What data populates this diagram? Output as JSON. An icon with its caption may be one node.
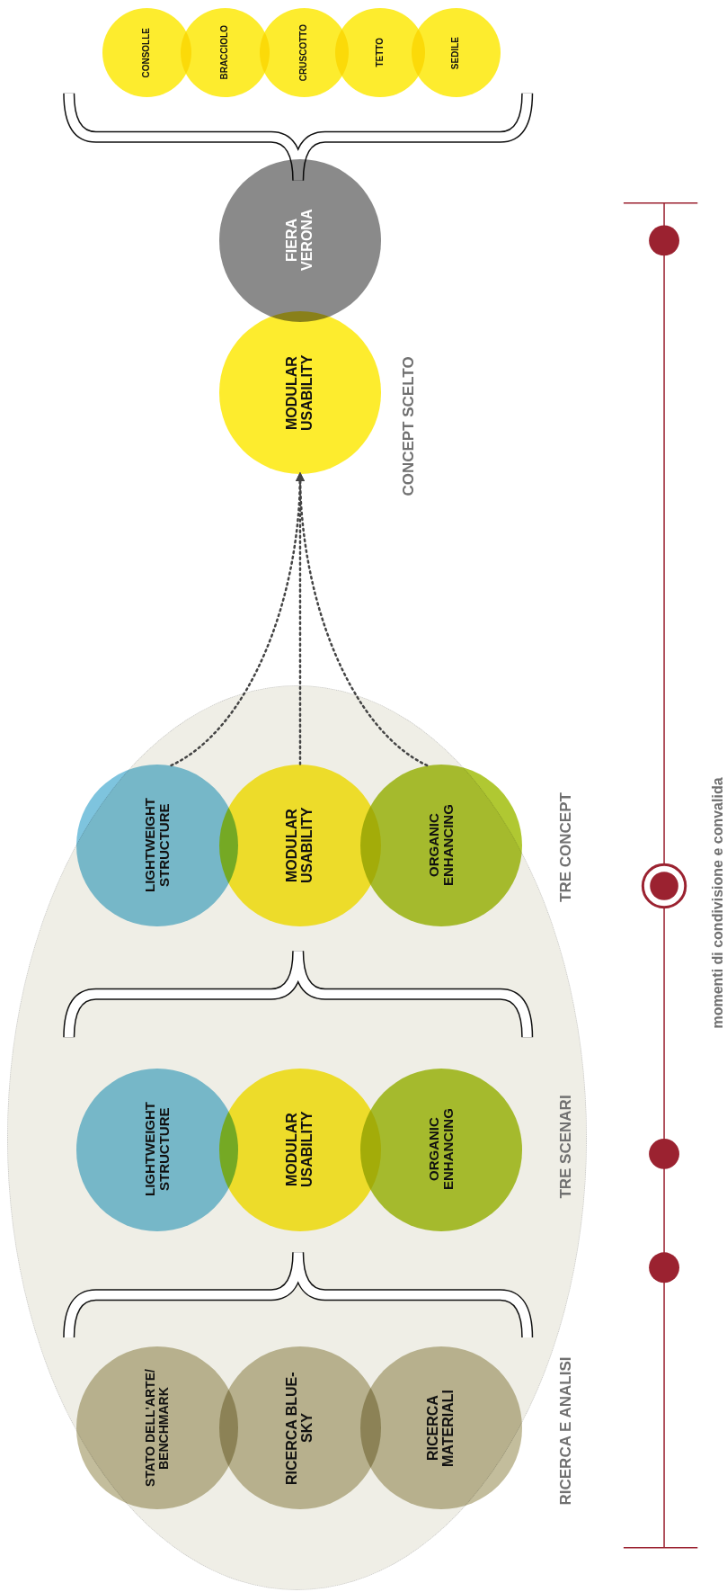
{
  "diagram": {
    "nodes": [
      {
        "text": [
          "CONSOLLE"
        ]
      },
      {
        "text": [
          "BRACCIOLO"
        ]
      },
      {
        "text": [
          "CRUSCOTTO"
        ]
      },
      {
        "text": [
          "TETTO"
        ]
      },
      {
        "text": [
          "SEDILE"
        ]
      },
      {
        "text": [
          "FIERA VERONA"
        ]
      },
      {
        "text": [
          "MODULAR USABILITY"
        ]
      },
      {
        "text": [
          "LIGHTWEIGHT STRUCTURE"
        ]
      },
      {
        "text": [
          "MODULAR USABILITY"
        ]
      },
      {
        "text": [
          "ORGANIC ENHANCING"
        ]
      },
      {
        "text": [
          "LIGHTWEIGHT STRUCTURE"
        ]
      },
      {
        "text": [
          "MODULAR USABILITY"
        ]
      },
      {
        "text": [
          "ORGANIC ENHANCING"
        ]
      },
      {
        "text": [
          "STATO DELL'ARTE/ BENCHMARK"
        ]
      },
      {
        "text": [
          "RICERCA BLUE-SKY"
        ]
      },
      {
        "text": [
          "RICERCA MATERIALI"
        ]
      }
    ],
    "edges": [
      {
        "from": 7,
        "to": 6,
        "arrow": "to",
        "style": "dashed"
      },
      {
        "from": 8,
        "to": 6,
        "arrow": "to",
        "style": "dashed"
      },
      {
        "from": 9,
        "to": 6,
        "arrow": "to",
        "style": "dashed"
      }
    ],
    "labels": [
      "CONCEPT SCELTO",
      "TRE CONCEPT",
      "TRE SCENARI",
      "RICERCA E ANALISI",
      "momenti di condivisione e convalida"
    ]
  }
}
